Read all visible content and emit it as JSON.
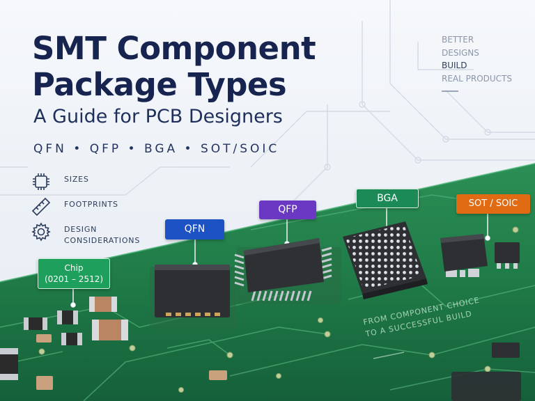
{
  "title": {
    "line1": "SMT Component",
    "line2": "Package Types"
  },
  "subtitle": "A Guide for PCB Designers",
  "types_line": "QFN • QFP • BGA • SOT/SOIC",
  "tagline": {
    "line1": "BETTER",
    "line2": "DESIGNS",
    "line3": "BUILD",
    "line4": "REAL PRODUCTS"
  },
  "features": [
    {
      "icon": "chip-icon",
      "label_line1": "SIZES",
      "label_line2": ""
    },
    {
      "icon": "ruler-icon",
      "label_line1": "FOOTPRINTS",
      "label_line2": ""
    },
    {
      "icon": "gear-icon",
      "label_line1": "DESIGN",
      "label_line2": "CONSIDERATIONS"
    }
  ],
  "package_labels": {
    "chip_line1": "Chip",
    "chip_line2": "(0201 – 2512)",
    "qfn": "QFN",
    "qfp": "QFP",
    "bga": "BGA",
    "sot_soic": "SOT / SOIC"
  },
  "pcb_text": {
    "line1": "FROM COMPONENT CHOICE",
    "line2": "TO A SUCCESSFUL BUILD"
  },
  "colors": {
    "navy_text": "#16244f",
    "pcb_green": "#1f7a47",
    "qfn_blue": "#1d52c4",
    "qfp_purple": "#6a38c2",
    "bga_green": "#1c8a57",
    "chip_green": "#1e9f5c",
    "sot_orange": "#e06b13"
  }
}
